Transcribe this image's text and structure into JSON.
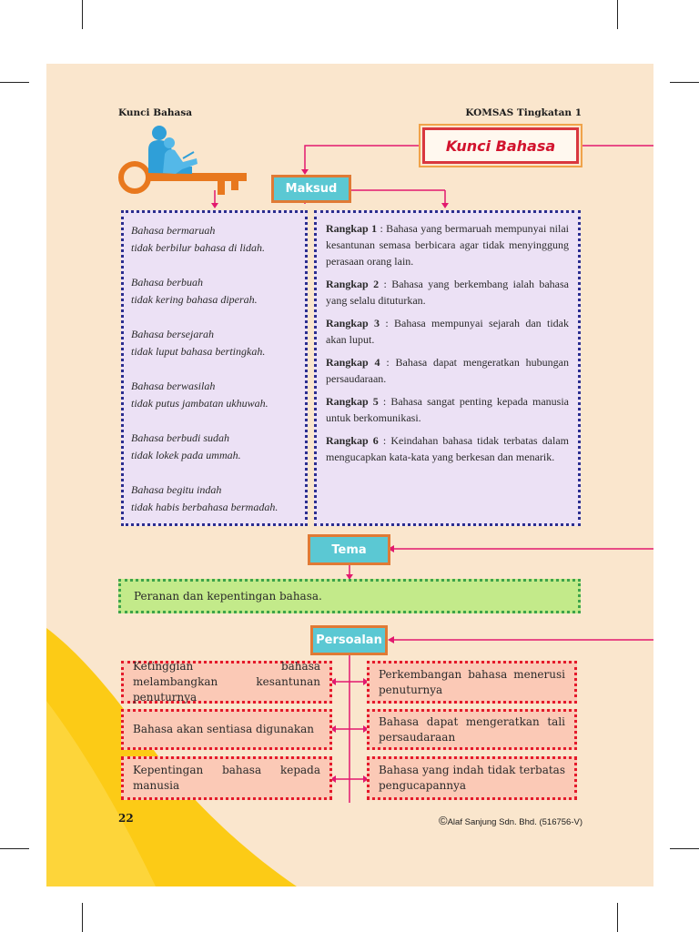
{
  "header": {
    "left": "Kunci Bahasa",
    "right": "KOMSAS Tingkatan 1"
  },
  "title": "Kunci Bahasa",
  "labels": {
    "maksud": "Maksud",
    "tema": "Tema",
    "persoalan": "Persoalan"
  },
  "poem": [
    {
      "line1": "Bahasa bermaruah",
      "line2": "tidak berbilur bahasa di lidah."
    },
    {
      "line1": "Bahasa berbuah",
      "line2": "tidak kering bahasa diperah."
    },
    {
      "line1": "Bahasa bersejarah",
      "line2": "tidak luput bahasa bertingkah."
    },
    {
      "line1": "Bahasa berwasilah",
      "line2": "tidak putus jambatan ukhuwah."
    },
    {
      "line1": "Bahasa berbudi sudah",
      "line2": "tidak lokek pada ummah."
    },
    {
      "line1": "Bahasa begitu indah",
      "line2": "tidak habis berbahasa bermadah."
    }
  ],
  "meanings": [
    {
      "label": "Rangkap 1",
      "text": " : Bahasa yang bermaruah mempunyai nilai kesantunan semasa berbicara agar tidak menyinggung perasaan orang lain."
    },
    {
      "label": "Rangkap 2",
      "text": " : Bahasa yang berkembang ialah bahasa yang selalu dituturkan."
    },
    {
      "label": "Rangkap 3",
      "text": " : Bahasa mempunyai sejarah dan tidak akan luput."
    },
    {
      "label": "Rangkap 4",
      "text": " : Bahasa dapat mengeratkan hubungan persaudaraan."
    },
    {
      "label": "Rangkap 5",
      "text": " : Bahasa sangat penting kepada manusia untuk berkomunikasi."
    },
    {
      "label": "Rangkap 6",
      "text": " : Keindahan bahasa tidak terbatas dalam mengucapkan kata-kata yang berkesan dan menarik."
    }
  ],
  "tema_text": "Peranan dan kepentingan bahasa.",
  "persoalan": {
    "left": [
      "Ketinggian bahasa melambangkan kesantunan penuturnya",
      "Bahasa akan sentiasa digunakan",
      "Kepentingan bahasa kepada manusia"
    ],
    "right": [
      "Perkembangan bahasa menerusi penuturnya",
      "Bahasa dapat mengeratkan tali persaudaraan",
      "Bahasa yang indah tidak terbatas pengucapannya"
    ]
  },
  "footer": {
    "page_number": "22",
    "copyright": "Alaf Sanjung Sdn. Bhd. (516756-V)"
  },
  "colors": {
    "page": "#fae6cd",
    "accent": "#e2196e",
    "maksud_box": "#5bc8d3",
    "purple_box": "#ece1f5",
    "green_box": "#c3ea8a",
    "red_box": "#fbc9b6"
  }
}
